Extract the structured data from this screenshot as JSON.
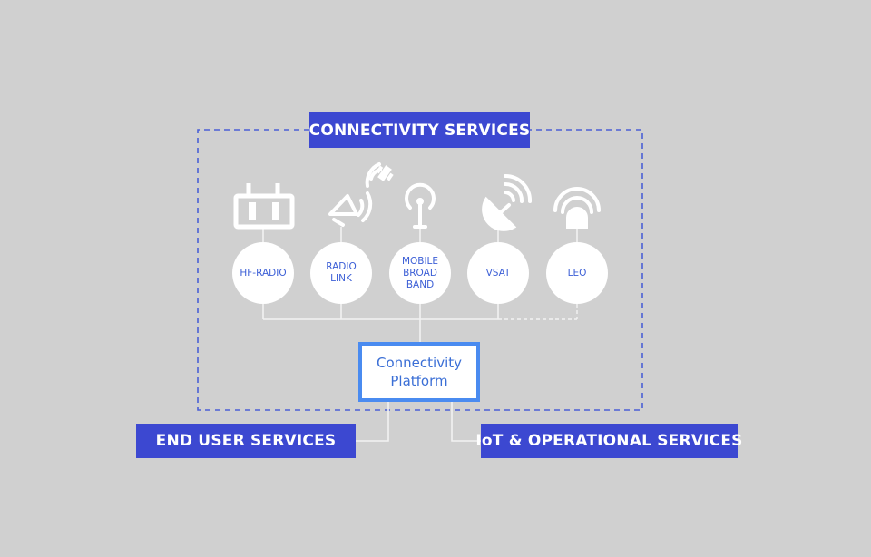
{
  "connectivity_services": {
    "label": "CONNECTIVITY SERVICES"
  },
  "platform": {
    "line1": "Connectivity",
    "line2": "Platform"
  },
  "end_user_services": {
    "label": "END USER SERVICES"
  },
  "iot_services": {
    "label": "IoT & OPERATIONAL SERVICES"
  },
  "nodes": [
    {
      "label": "HF-RADIO",
      "icon": "hf-radio-icon"
    },
    {
      "label": "RADIO\nLINK",
      "icon": "radio-link-icon"
    },
    {
      "label": "MOBILE\nBROAD\nBAND",
      "icon": "cell-tower-icon"
    },
    {
      "label": "VSAT",
      "icon": "satellite-dish-icon"
    },
    {
      "label": "LEO",
      "icon": "leo-terminal-icon"
    }
  ],
  "colors": {
    "background": "#d0d0d0",
    "banner": "#3c48d1",
    "platform_border": "#4a8bf0",
    "dashed_border": "#4a5fd6",
    "line": "#f2f2f2"
  }
}
